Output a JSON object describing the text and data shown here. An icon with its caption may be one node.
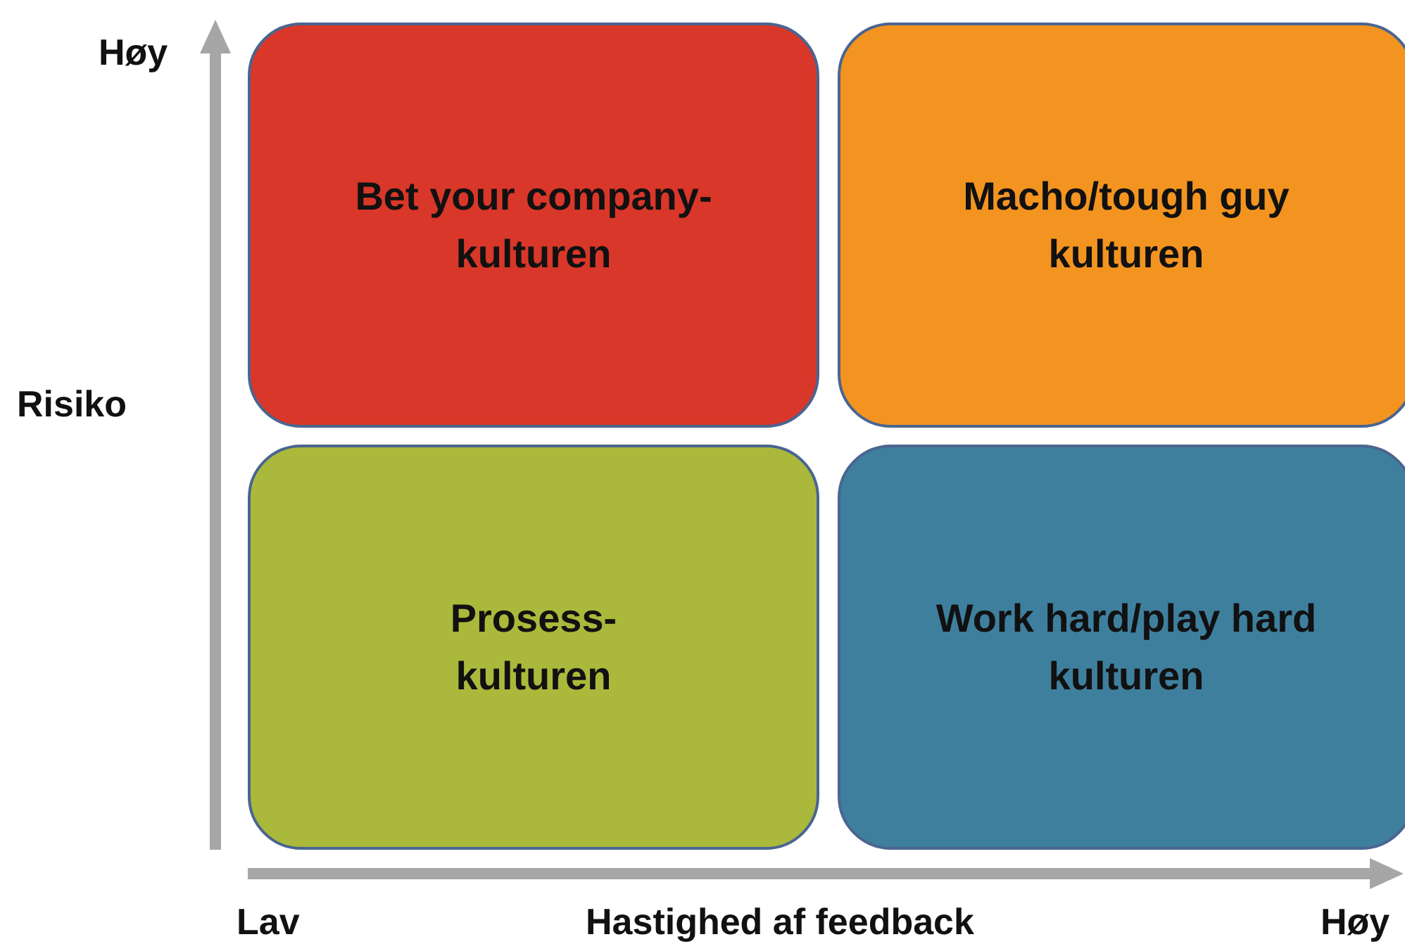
{
  "diagram": {
    "nodes": [
      {
        "text": [
          "Bet your company-kulturen"
        ]
      },
      {
        "text": [
          "Macho/tough guy kulturen"
        ]
      },
      {
        "text": [
          "Prosess-kulturen"
        ]
      },
      {
        "text": [
          "Work hard/play hard kulturen"
        ]
      }
    ],
    "labels": [
      "Høy",
      "Risiko",
      "Lav",
      "Hastighed af feedback",
      "Høy"
    ]
  }
}
